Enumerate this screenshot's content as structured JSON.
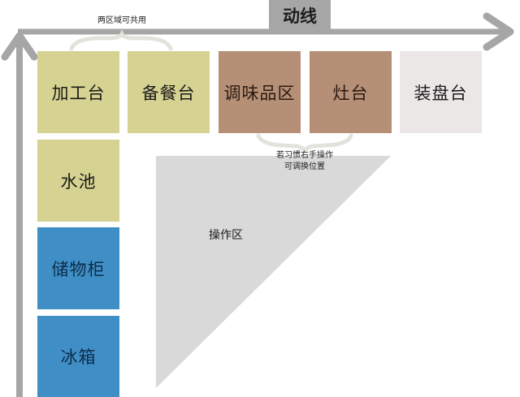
{
  "flow": {
    "label": "动线",
    "arrow_color": "#a6a6a6"
  },
  "annotations": {
    "shared_zone": "两区域可共用",
    "swap_note_line1": "若习惯右手操作",
    "swap_note_line2": "可调换位置"
  },
  "top_row": [
    {
      "label": "加工台",
      "color": "#d6d291"
    },
    {
      "label": "备餐台",
      "color": "#d6d291"
    },
    {
      "label": "调味品区",
      "color": "#b58f76"
    },
    {
      "label": "灶台",
      "color": "#b58f76"
    },
    {
      "label": "装盘台",
      "color": "#ece7e7"
    }
  ],
  "left_column": [
    {
      "label": "水池",
      "color": "#d6d291"
    },
    {
      "label": "储物柜",
      "color": "#3f8fc6"
    },
    {
      "label": "冰箱",
      "color": "#3f8fc6"
    }
  ],
  "work_area": {
    "label": "操作区",
    "color": "#d9d9d9"
  }
}
